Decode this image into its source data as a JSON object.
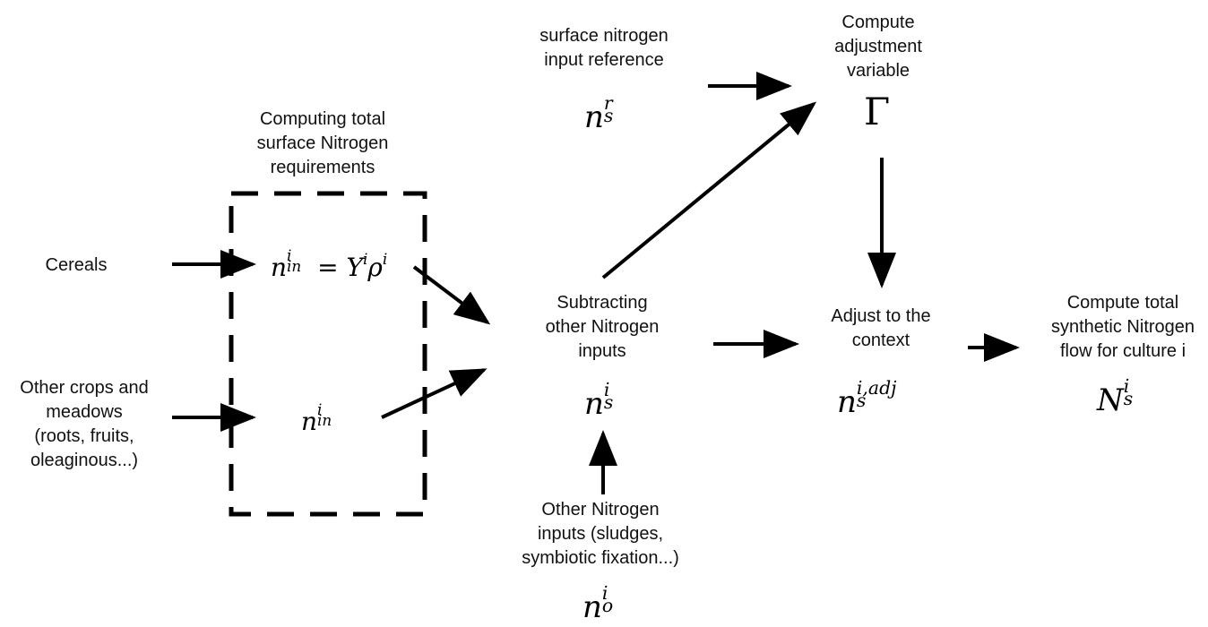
{
  "nodes": {
    "cereals": {
      "lines": [
        "Cereals"
      ]
    },
    "other_crops": {
      "lines": [
        "Other crops and",
        "meadows",
        "(roots, fruits,",
        "oleaginous...)"
      ]
    },
    "computing_total": {
      "lines": [
        "Computing total",
        "surface Nitrogen",
        "requirements"
      ]
    },
    "surface_reference": {
      "lines": [
        "surface nitrogen",
        "input reference"
      ]
    },
    "compute_adjustment": {
      "lines": [
        "Compute",
        "adjustment",
        "variable"
      ]
    },
    "subtracting": {
      "lines": [
        "Subtracting",
        "other Nitrogen",
        "inputs"
      ]
    },
    "other_inputs": {
      "lines": [
        "Other Nitrogen",
        "inputs (sludges,",
        "symbiotic fixation...)"
      ]
    },
    "adjust_context": {
      "lines": [
        "Adjust to the",
        "context"
      ]
    },
    "compute_total_synthetic": {
      "lines": [
        "Compute total",
        "synthetic Nitrogen",
        "flow for culture i"
      ]
    }
  },
  "symbols": {
    "n_in_eq": {
      "base": "n",
      "sup": "i",
      "sub": "in",
      "rhs_Y": "Y",
      "rhs_Y_sup": "i",
      "rhs_rho": "ρ",
      "rhs_rho_sup": "i",
      "eq": "="
    },
    "n_in": {
      "base": "n",
      "sup": "i",
      "sub": "in"
    },
    "n_s_r": {
      "base": "n",
      "sup": "r",
      "sub": "s"
    },
    "gamma": {
      "base": "Γ"
    },
    "n_s_i": {
      "base": "n",
      "sup": "i",
      "sub": "s"
    },
    "n_o_i": {
      "base": "n",
      "sup": "i",
      "sub": "o"
    },
    "n_s_adj": {
      "base": "n",
      "sup": "i,adj",
      "sub": "s"
    },
    "N_s_i": {
      "base": "N",
      "sup": "i",
      "sub": "s"
    }
  }
}
